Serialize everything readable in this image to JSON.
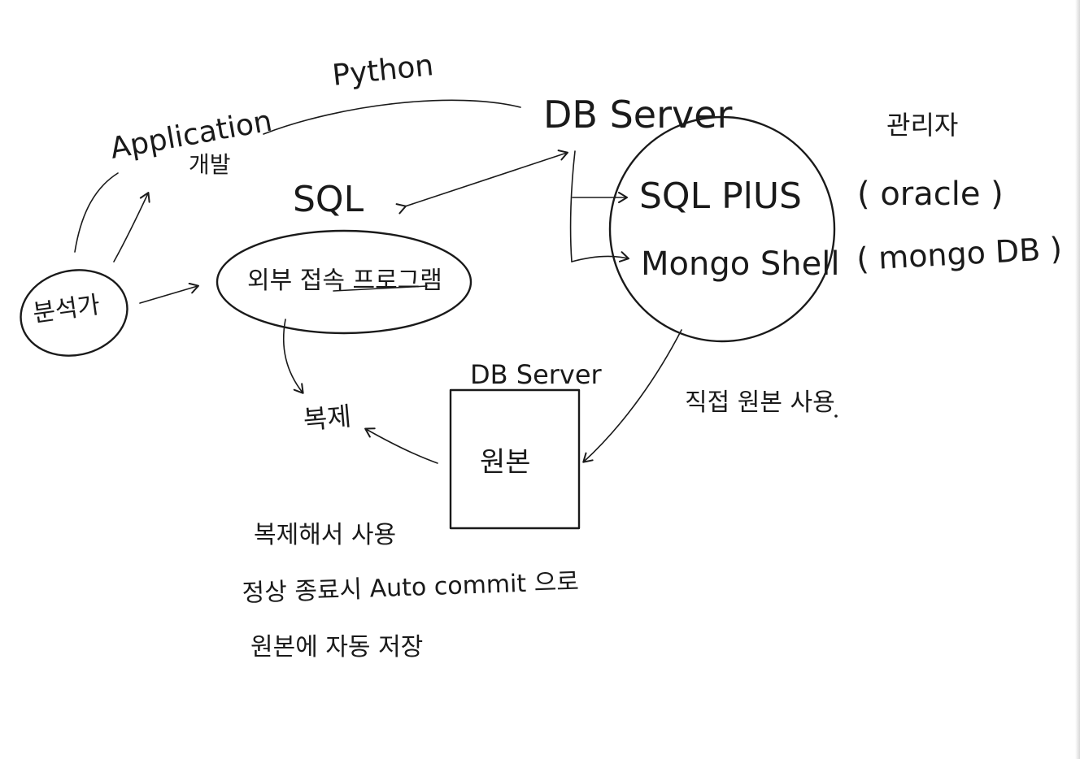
{
  "labels": {
    "application": "Application",
    "application_dev": "개발",
    "python": "Python",
    "db_server_top": "DB Server",
    "admin": "관리자",
    "sql": "SQL",
    "sql_plus": "SQL PlUS",
    "oracle": "( oracle )",
    "mongo_shell": "Mongo Shell",
    "mongodb": "( mongo DB )",
    "analyst": "분석가",
    "external_program": "외부 접속 프로그램",
    "copy": "복제",
    "db_server_box": "DB Server",
    "original": "원본",
    "direct_use": "직접 원본 사용"
  },
  "notes": [
    "복제해서 사용",
    "정상 종료시 Auto commit 으로",
    "원본에 자동 저장"
  ]
}
